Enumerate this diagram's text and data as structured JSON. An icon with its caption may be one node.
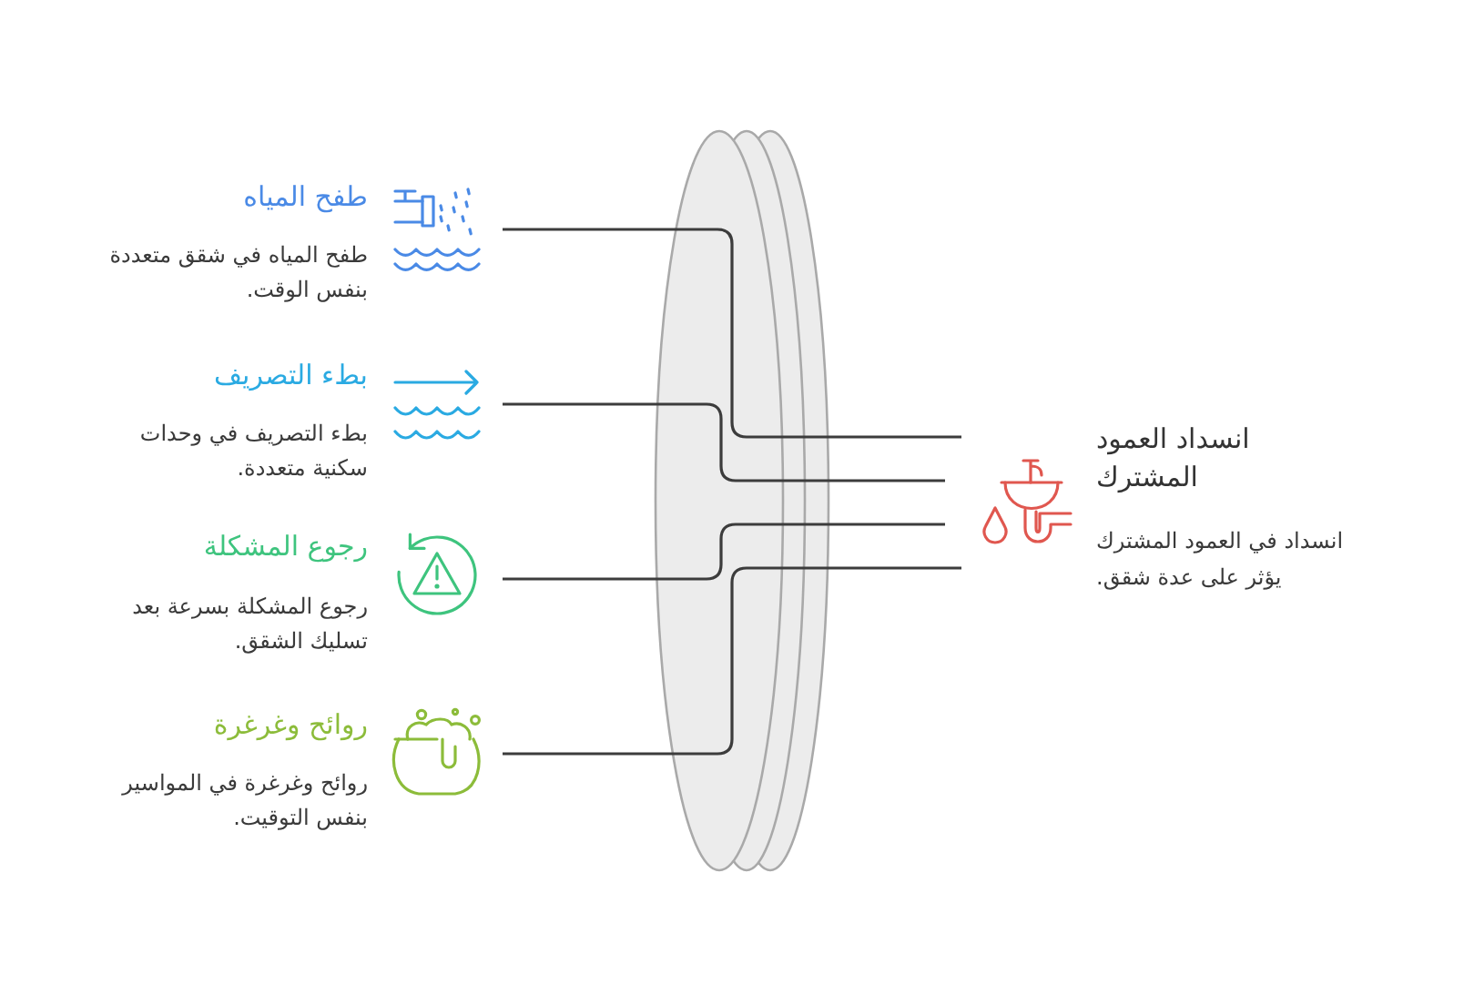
{
  "diagram": {
    "nodes": [
      {
        "text": [
          "طفح المياه",
          "طفح المياه في شقق متعددة بنفس الوقت."
        ]
      },
      {
        "text": [
          "بطء التصريف",
          "بطء التصريف في وحدات سكنية متعددة."
        ]
      },
      {
        "text": [
          "رجوع المشكلة",
          "رجوع المشكلة بسرعة بعد تسليك الشقق."
        ]
      },
      {
        "text": [
          "روائح وغرغرة",
          "روائح وغرغرة في المواسير بنفس التوقيت."
        ]
      },
      {
        "text": [
          "انسداد العمود المشترك",
          "انسداد في العمود المشترك يؤثر على عدة شقق."
        ]
      }
    ],
    "edges": [
      {
        "from": 0,
        "to": 4,
        "arrow": "none"
      },
      {
        "from": 1,
        "to": 4,
        "arrow": "none"
      },
      {
        "from": 2,
        "to": 4,
        "arrow": "none"
      },
      {
        "from": 3,
        "to": 4,
        "arrow": "none"
      }
    ]
  }
}
